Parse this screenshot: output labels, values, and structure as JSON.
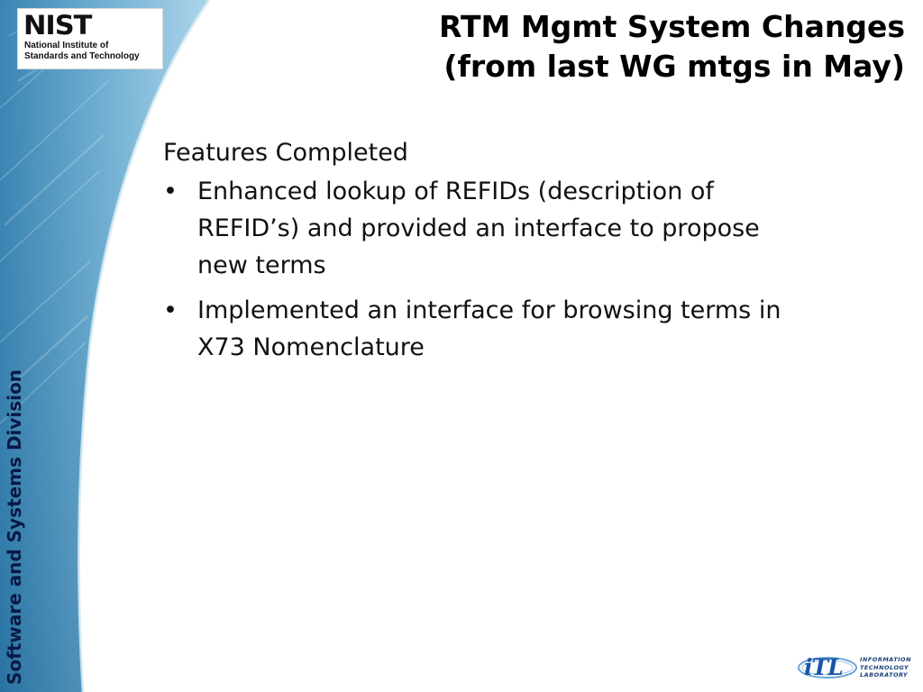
{
  "logo": {
    "mark": "NIST",
    "name_line1": "National Institute of",
    "name_line2": "Standards and Technology"
  },
  "side_label": "Software and Systems Division",
  "title": {
    "line1": "RTM Mgmt System Changes",
    "line2": "(from last WG mtgs in May)"
  },
  "content": {
    "heading": "Features Completed",
    "bullet_glyph": "•",
    "bullets": [
      {
        "line1": "Enhanced lookup of REFIDs (description of",
        "line2": "REFID’s) and provided an interface to propose",
        "line3": "new terms"
      },
      {
        "line1": "Implemented an interface for browsing terms in",
        "line2": "X73 Nomenclature"
      }
    ]
  },
  "footer_logo": {
    "wordmark": "iTL",
    "line1": "INFORMATION",
    "line2": "TECHNOLOGY",
    "line3": "LABORATORY"
  },
  "colors": {
    "band_dark": "#2f7fb0",
    "band_light": "#a9d3e8",
    "side_label": "#0a1a45",
    "itl_blue": "#1a55a8"
  }
}
